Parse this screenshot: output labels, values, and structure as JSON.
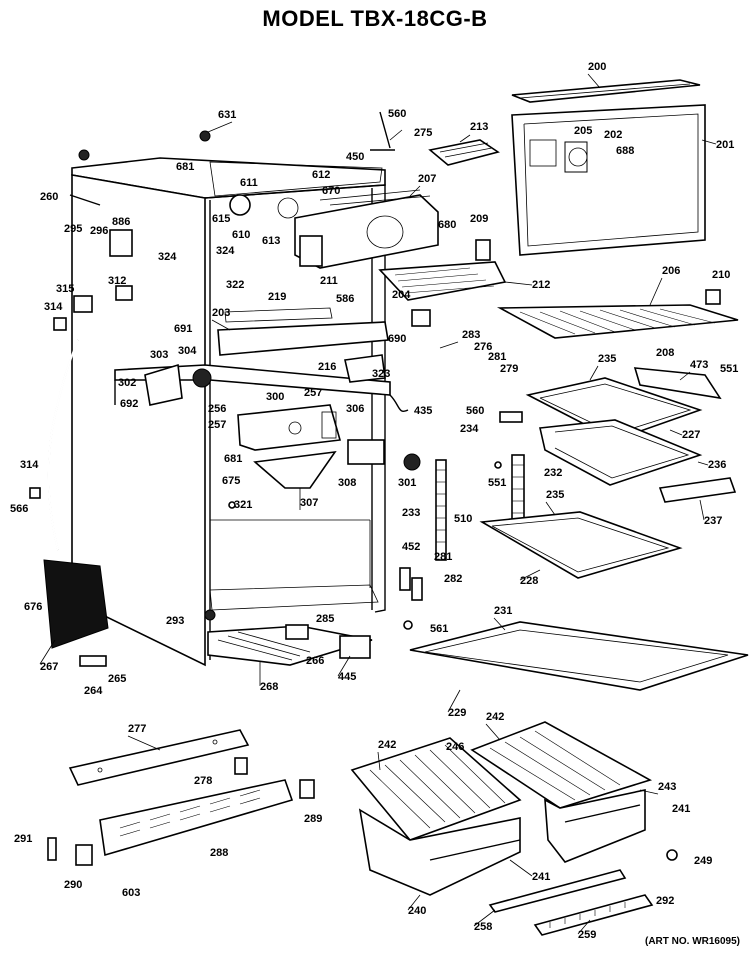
{
  "title": "MODEL TBX-18CG-B",
  "art_no": "(ART NO. WR16095)",
  "part_labels": [
    "631",
    "681",
    "611",
    "612",
    "670",
    "207",
    "213",
    "275",
    "560",
    "450",
    "200",
    "205",
    "202",
    "688",
    "201",
    "260",
    "295",
    "296",
    "886",
    "324",
    "615",
    "610",
    "613",
    "680",
    "209",
    "212",
    "206",
    "210",
    "324",
    "322",
    "211",
    "586",
    "219",
    "203",
    "204",
    "312",
    "315",
    "314",
    "691",
    "690",
    "283",
    "276",
    "281",
    "279",
    "473",
    "551",
    "235",
    "208",
    "303",
    "304",
    "216",
    "323",
    "302",
    "692",
    "256",
    "300",
    "257",
    "306",
    "435",
    "560",
    "234",
    "227",
    "257",
    "681",
    "301",
    "308",
    "236",
    "675",
    "307",
    "232",
    "551",
    "510",
    "235",
    "237",
    "314",
    "321",
    "566",
    "233",
    "452",
    "281",
    "282",
    "228",
    "676",
    "293",
    "285",
    "561",
    "231",
    "267",
    "264",
    "265",
    "266",
    "268",
    "445",
    "229",
    "277",
    "242",
    "242",
    "246",
    "243",
    "241",
    "278",
    "289",
    "291",
    "288",
    "290",
    "603",
    "240",
    "241",
    "258",
    "259",
    "249",
    "292"
  ]
}
